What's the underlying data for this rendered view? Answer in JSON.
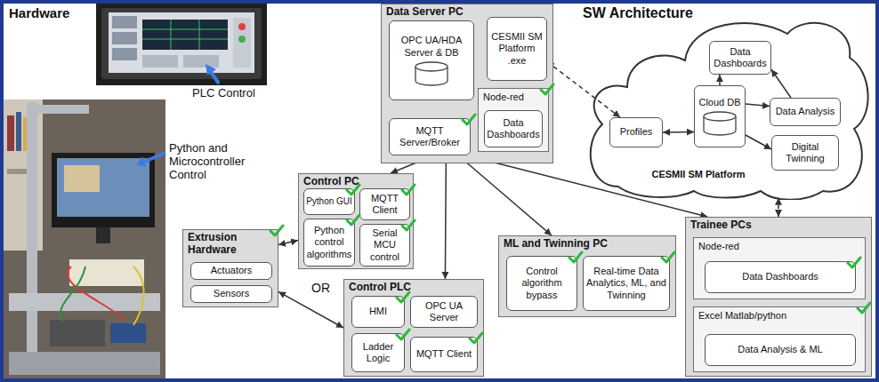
{
  "diagram": {
    "nodes": [
      {
        "text": [
          "Data Server PC"
        ]
      },
      {
        "text": [
          "OPC UA/HDA Server & DB"
        ],
        "in": 0
      },
      {
        "text": [
          "CESMII SM Platform .exe"
        ],
        "in": 0
      },
      {
        "text": [
          "MQTT Server/Broker"
        ],
        "in": 0
      },
      {
        "text": [
          "Node-red"
        ],
        "in": 0
      },
      {
        "text": [
          "Data Dashboards"
        ],
        "in": 4
      },
      {
        "text": [
          "CESMII SM Platform"
        ]
      },
      {
        "text": [
          "Data Dashboards"
        ],
        "in": 6
      },
      {
        "text": [
          "Cloud DB"
        ],
        "in": 6
      },
      {
        "text": [
          "Profiles"
        ],
        "in": 6
      },
      {
        "text": [
          "Data Analysis"
        ],
        "in": 6
      },
      {
        "text": [
          "Digital Twinning"
        ],
        "in": 6
      },
      {
        "text": [
          "Extrusion Hardware"
        ]
      },
      {
        "text": [
          "Actuators"
        ],
        "in": 12
      },
      {
        "text": [
          "Sensors"
        ],
        "in": 12
      },
      {
        "text": [
          "Control PC"
        ]
      },
      {
        "text": [
          "Python GUI"
        ],
        "in": 15
      },
      {
        "text": [
          "MQTT Client"
        ],
        "in": 15
      },
      {
        "text": [
          "Python control algorithms"
        ],
        "in": 15
      },
      {
        "text": [
          "Serial MCU control"
        ],
        "in": 15
      },
      {
        "text": [
          "Control PLC"
        ]
      },
      {
        "text": [
          "HMI"
        ],
        "in": 20
      },
      {
        "text": [
          "OPC UA Server"
        ],
        "in": 20
      },
      {
        "text": [
          "Ladder Logic"
        ],
        "in": 20
      },
      {
        "text": [
          "MQTT Client"
        ],
        "in": 20
      },
      {
        "text": [
          "ML and Twinning PC"
        ]
      },
      {
        "text": [
          "Control algorithm bypass"
        ],
        "in": 25
      },
      {
        "text": [
          "Real-time Data Analytics, ML, and Twinning"
        ],
        "in": 25
      },
      {
        "text": [
          "Trainee PCs"
        ]
      },
      {
        "text": [
          "Node-red"
        ],
        "in": 28
      },
      {
        "text": [
          "Data Dashboards"
        ],
        "in": 29
      },
      {
        "text": [
          "Excel Matlab/python"
        ],
        "in": 28
      },
      {
        "text": [
          "Data Analysis & ML"
        ],
        "in": 31
      }
    ],
    "edges": [
      {
        "from": 3,
        "to": 15,
        "arrow": "both"
      },
      {
        "from": 3,
        "to": 20,
        "arrow": "both"
      },
      {
        "from": 3,
        "to": 25,
        "arrow": "both"
      },
      {
        "from": 3,
        "to": 28,
        "arrow": "both"
      },
      {
        "from": 12,
        "to": 15,
        "arrow": "both"
      },
      {
        "from": 12,
        "to": 20,
        "arrow": "both"
      },
      {
        "from": 2,
        "to": 9,
        "arrow": "both"
      },
      {
        "from": 9,
        "to": 8,
        "arrow": "both"
      },
      {
        "from": 8,
        "to": 7,
        "arrow": "to"
      },
      {
        "from": 8,
        "to": 10,
        "arrow": "to"
      },
      {
        "from": 8,
        "to": 11,
        "arrow": "to"
      },
      {
        "from": 10,
        "to": 7,
        "arrow": "to"
      },
      {
        "from": 28,
        "to": 6,
        "arrow": "both"
      }
    ],
    "labels": [
      "Hardware",
      "PLC Control",
      "Python and Microcontroller Control",
      "SW Architecture",
      "OR"
    ]
  }
}
